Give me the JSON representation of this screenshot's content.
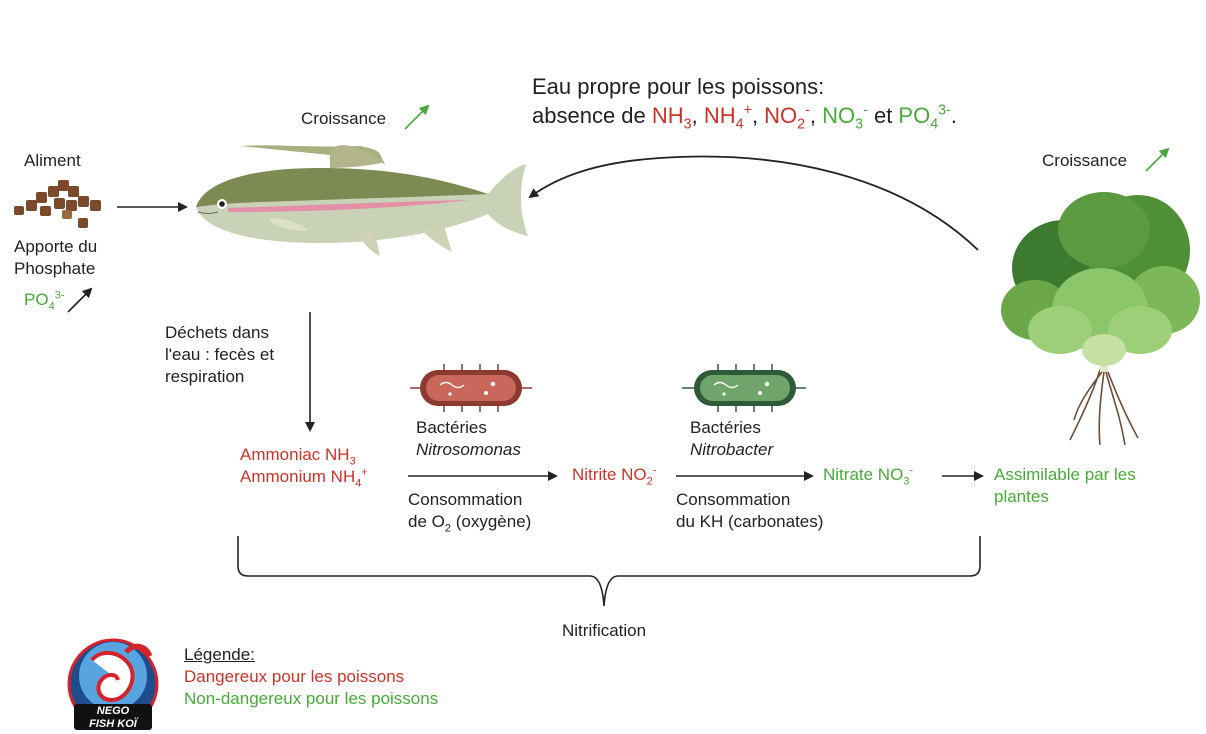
{
  "header": {
    "line1": "Eau propre pour les poissons:",
    "line2_prefix": "absence de ",
    "nh3": "NH",
    "nh3_sub": "3",
    "nh4": "NH",
    "nh4_sub": "4",
    "nh4_sup": "+",
    "no2": "NO",
    "no2_sub": "2",
    "no2_sup": "-",
    "no3": "NO",
    "no3_sub": "3",
    "no3_sup": "-",
    "et": " et ",
    "po4": "PO",
    "po4_sub": "4",
    "po4_sup": "3-",
    "end": "."
  },
  "fish": {
    "growth": "Croissance"
  },
  "plant": {
    "growth": "Croissance",
    "assimilable": "Assimilable par les plantes"
  },
  "food": {
    "label": "Aliment",
    "phosphate_line1": "Apporte du",
    "phosphate_line2": "Phosphate",
    "po4": "PO",
    "po4_sub": "4",
    "po4_sup": "3-"
  },
  "waste": {
    "line1": "Déchets dans",
    "line2": "l'eau : fecès et",
    "line3": "respiration"
  },
  "ammonia": {
    "line1": "Ammoniac NH",
    "line1_sub": "3",
    "line2": "Ammonium NH",
    "line2_sub": "4",
    "line2_sup": "+"
  },
  "bacteria1": {
    "line1": "Bactéries",
    "name": "Nitrosomonas"
  },
  "bacteria2": {
    "line1": "Bactéries",
    "name": "Nitrobacter"
  },
  "consumption1": {
    "line1": "Consommation",
    "line2_a": "de O",
    "line2_sub": "2",
    "line2_b": " (oxygène)"
  },
  "consumption2": {
    "line1": "Consommation",
    "line2": "du KH (carbonates)"
  },
  "nitrite": {
    "label": "Nitrite NO",
    "sub": "2",
    "sup": "-"
  },
  "nitrate": {
    "label": "Nitrate NO",
    "sub": "3",
    "sup": "-"
  },
  "nitrification": "Nitrification",
  "legend": {
    "title": "Légende:",
    "danger": "Dangereux pour les poissons",
    "safe": "Non-dangereux pour les poissons"
  },
  "logo": {
    "line1": "NEGO",
    "line2": "FISH KOÏ"
  },
  "colors": {
    "danger": "#c8342a",
    "safe": "#4aa83a",
    "bacteria1": "#c8675a",
    "bacteria2": "#6fa56a"
  }
}
